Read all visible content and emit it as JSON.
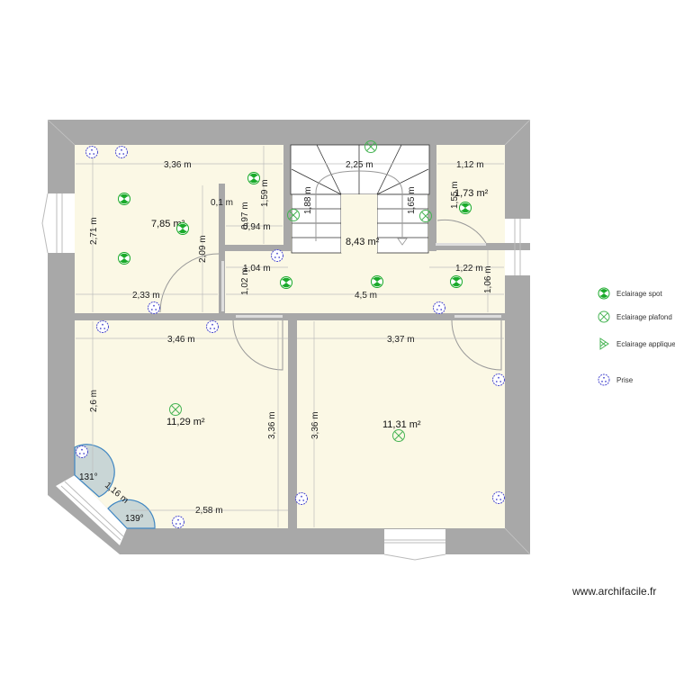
{
  "plan": {
    "rooms": [
      {
        "name": "room-top-left",
        "area": "7,85 m²"
      },
      {
        "name": "room-stairs",
        "area": "8,43 m²"
      },
      {
        "name": "room-top-right",
        "area": "1,73 m²"
      },
      {
        "name": "room-bottom-left",
        "area": "11,29 m²"
      },
      {
        "name": "room-bottom-right",
        "area": "11,31 m²"
      }
    ],
    "dimensions": {
      "d_336_top": "3,36 m",
      "d_225": "2,25 m",
      "d_112": "1,12 m",
      "d_271": "2,71 m",
      "d_159": "1,59 m",
      "d_01": "0,1 m",
      "d_097": "0,97 m",
      "d_094": "0,94 m",
      "d_209": "2,09 m",
      "d_188": "1,88 m",
      "d_165": "1,65 m",
      "d_155": "1,55 m",
      "d_104": "1,04 m",
      "d_102": "1,02 m",
      "d_122": "1,22 m",
      "d_106": "1,06 m",
      "d_233": "2,33 m",
      "d_45": "4,5 m",
      "d_346": "3,46 m",
      "d_337": "3,37 m",
      "d_26": "2,6 m",
      "d_336_a": "3,36 m",
      "d_336_b": "3,36 m",
      "d_116": "1,16 m",
      "d_258": "2,58 m"
    },
    "angles": {
      "a1": "131°",
      "a2": "139°"
    }
  },
  "legend": {
    "items": [
      {
        "icon": "spot-light-icon",
        "label": "Eclairage spot"
      },
      {
        "icon": "ceiling-light-icon",
        "label": "Eclairage plafond"
      },
      {
        "icon": "wall-light-icon",
        "label": "Eclairage applique"
      },
      {
        "icon": "socket-icon",
        "label": "Prise"
      }
    ]
  },
  "colors": {
    "wall": "#a6a6a6",
    "floor": "#fbf8e5",
    "spot": "#1aaa2a",
    "socket": "#3c3cc8",
    "angle_fill": "#c9d6d6",
    "angle_stroke": "#3f86c2"
  },
  "watermark": "www.archifacile.fr"
}
